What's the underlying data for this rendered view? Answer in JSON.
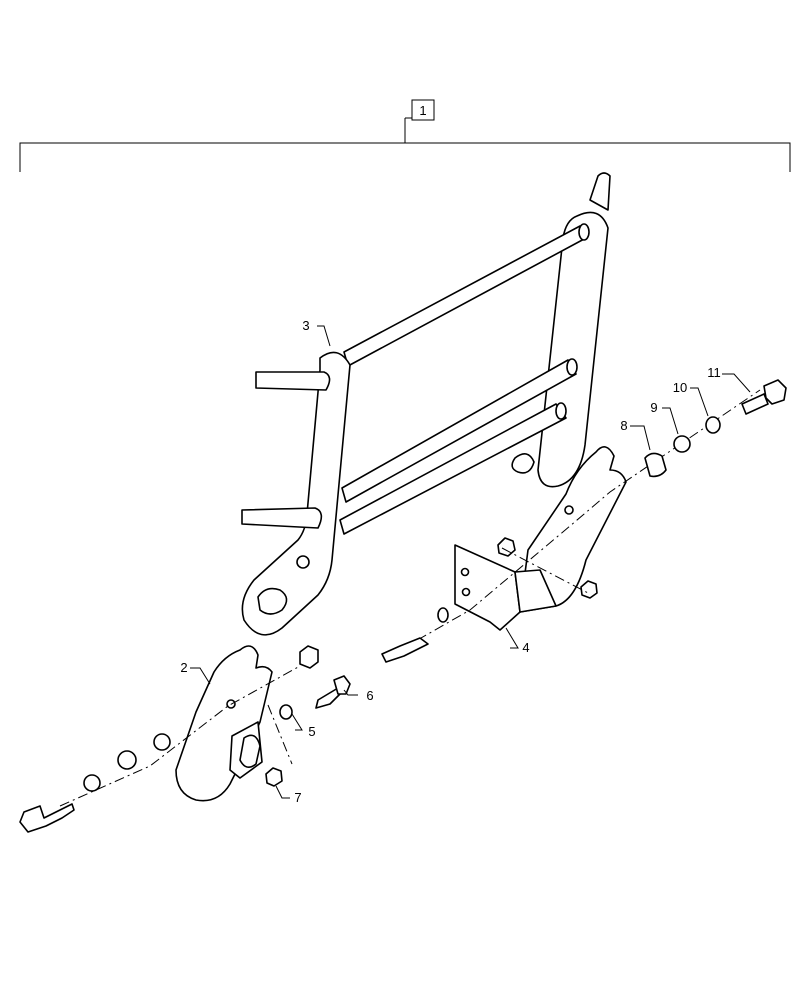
{
  "assembly": {
    "callout": "1"
  },
  "callouts": {
    "c2": "2",
    "c3": "3",
    "c4": "4",
    "c5": "5",
    "c6": "6",
    "c7": "7",
    "c8": "8",
    "c9": "9",
    "c10": "10",
    "c11": "11"
  }
}
